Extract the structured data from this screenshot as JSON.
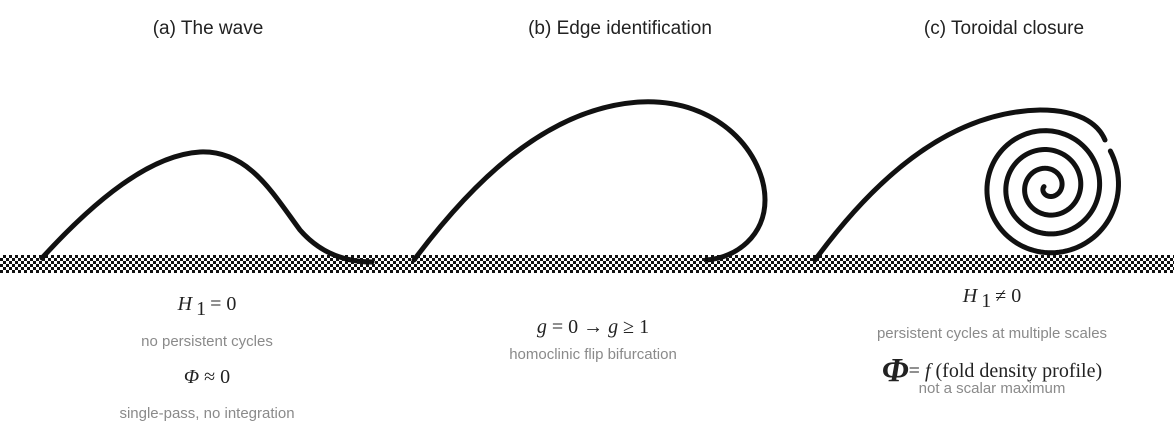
{
  "panels": [
    {
      "title": "(a) The wave",
      "formula1": {
        "H": "H",
        "sub": "1",
        "rest": "= 0"
      },
      "caption1": "no persistent cycles",
      "formula2": {
        "phi": "Φ",
        "rest": "≈ 0"
      },
      "caption2": "single-pass, no integration"
    },
    {
      "title": "(b) Edge identification",
      "formula1": {
        "g1": "g",
        "mid": "= 0 →",
        "g2": "g",
        "rest": "≥ 1"
      },
      "caption1": "homoclinic flip bifurcation"
    },
    {
      "title": "(c) Toroidal closure",
      "formula1": {
        "H": "H",
        "sub": "1",
        "rest": "≠ 0"
      },
      "caption1": "persistent cycles at multiple scales",
      "formula2": {
        "phi": "Φ",
        "eq": "=",
        "f": "f",
        "rest": "(fold density profile)"
      },
      "caption2": "not a scalar maximum"
    }
  ],
  "colors": {
    "curve": "#111111",
    "ground": "#111111",
    "caption": "#8a8a8a"
  }
}
